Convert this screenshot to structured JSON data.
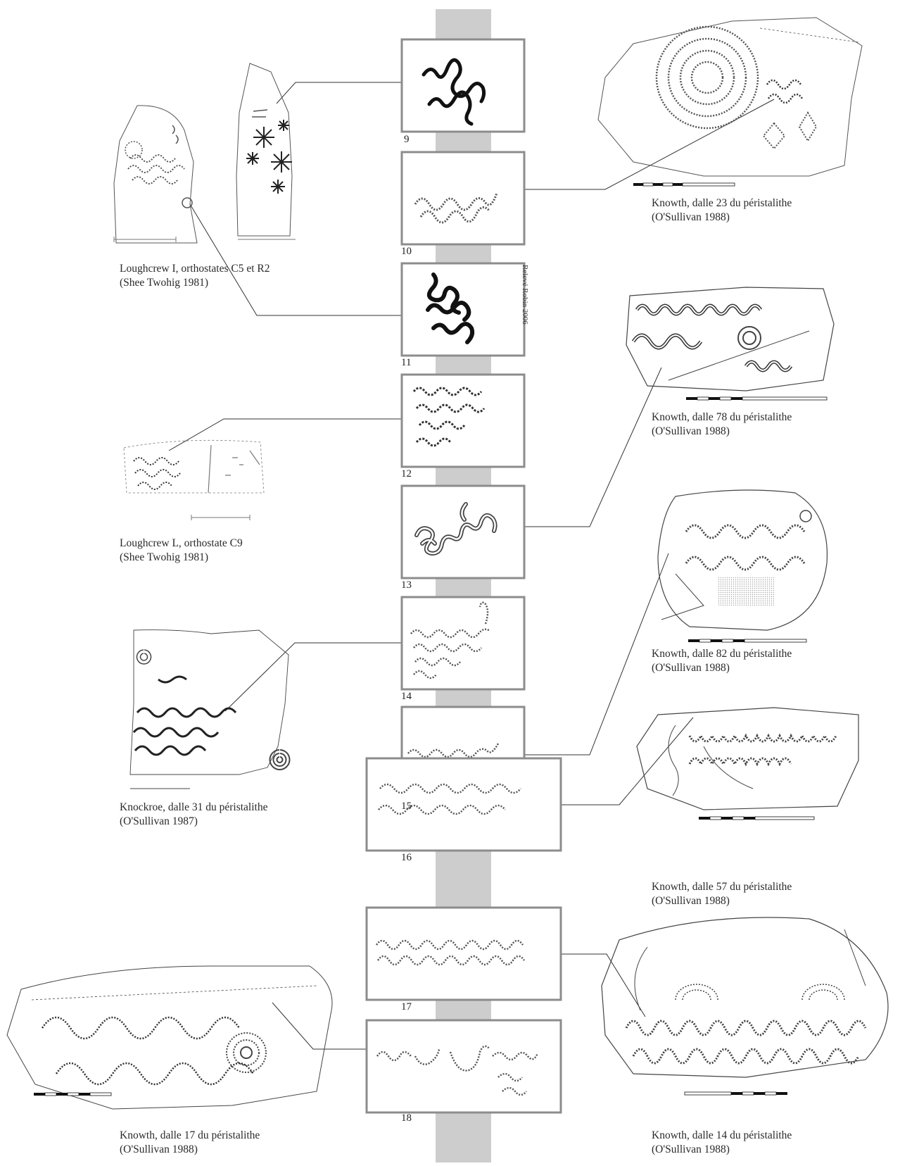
{
  "panels": [
    {
      "num": "9"
    },
    {
      "num": "10"
    },
    {
      "num": "11"
    },
    {
      "num": "12"
    },
    {
      "num": "13"
    },
    {
      "num": "14"
    },
    {
      "num": "15"
    },
    {
      "num": "16"
    },
    {
      "num": "17"
    },
    {
      "num": "18"
    }
  ],
  "credit": "Relevé Robin 2006",
  "captions": {
    "c1_l1": "Loughcrew I, orthostates C5 et R2",
    "c1_l2": "(Shee Twohig 1981)",
    "c2_l1": "Loughcrew L, orthostate C9",
    "c2_l2": "(Shee Twohig 1981)",
    "c3_l1": "Knockroe, dalle 31 du péristalithe",
    "c3_l2": "(O'Sullivan 1987)",
    "c4_l1": "Knowth, dalle 17 du péristalithe",
    "c4_l2": "(O'Sullivan 1988)",
    "c5_l1": "Knowth, dalle 23 du péristalithe",
    "c5_l2": "(O'Sullivan 1988)",
    "c6_l1": "Knowth, dalle 78 du péristalithe",
    "c6_l2": "(O'Sullivan 1988)",
    "c7_l1": "Knowth, dalle 82 du péristalithe",
    "c7_l2": "(O'Sullivan 1988)",
    "c8_l1": "Knowth, dalle 57 du péristalithe",
    "c8_l2": "(O'Sullivan 1988)",
    "c9_l1": "Knowth, dalle 14 du péristalithe",
    "c9_l2": "(O'Sullivan 1988)"
  },
  "colors": {
    "column": "#cdcdcd",
    "frame": "#8c8c8c",
    "ink": "#222222"
  }
}
